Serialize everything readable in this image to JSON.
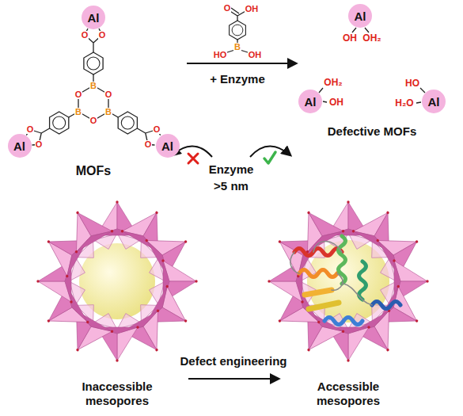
{
  "diagram": {
    "nodes": [
      {
        "text": [
          "Al"
        ]
      },
      {
        "text": [
          "Al"
        ]
      },
      {
        "text": [
          "Al"
        ]
      },
      {
        "text": [
          "Al"
        ]
      },
      {
        "text": [
          "Al"
        ]
      },
      {
        "text": [
          "Al"
        ]
      }
    ],
    "labels": [
      "O",
      "O",
      "O",
      "O",
      "O",
      "O",
      "B",
      "O",
      "B",
      "O",
      "B",
      "O",
      "MOFs",
      "O",
      "OH",
      "HO",
      "B",
      "OH",
      "+ Enzyme",
      "OH",
      "OH₂",
      "OH₂",
      "OH",
      "HO",
      "H₂O",
      "Defective MOFs",
      "Enzyme",
      ">5 nm",
      "Inaccessible mesopores",
      "Defect engineering",
      "Accessible mesopores"
    ]
  }
}
